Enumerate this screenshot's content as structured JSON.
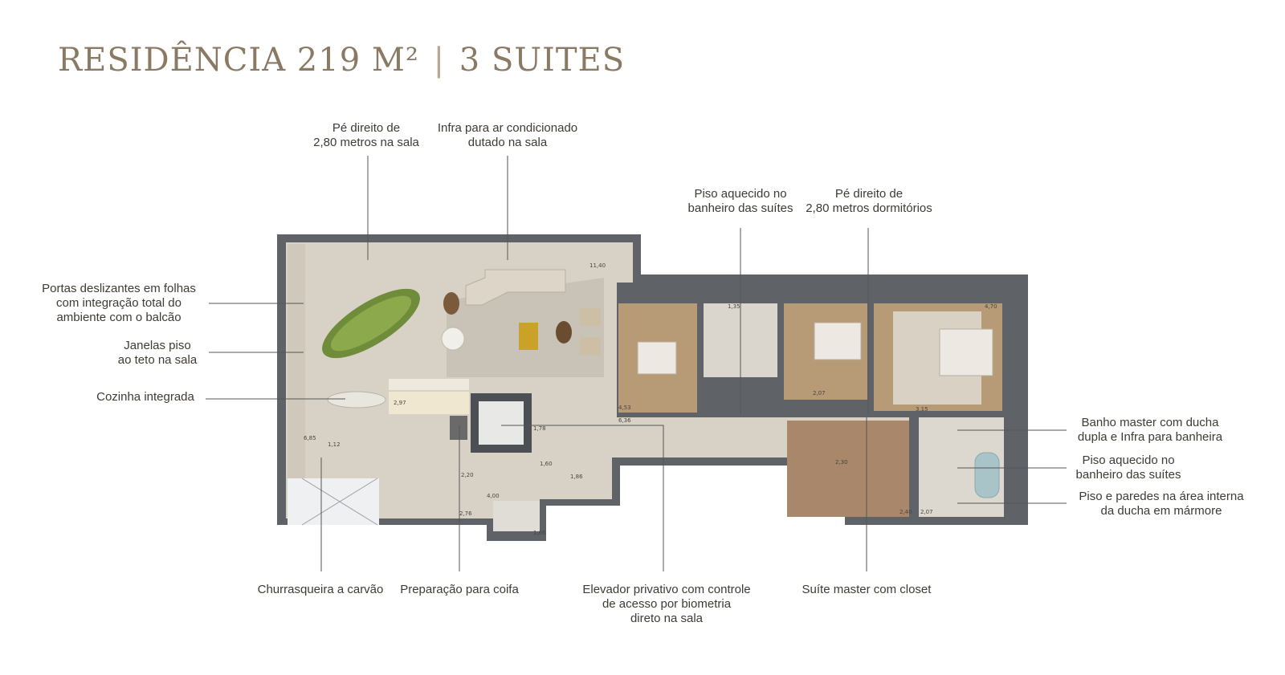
{
  "title": {
    "main": "RESIDÊNCIA 219 M²",
    "separator": "|",
    "sub": "3 SUITES"
  },
  "callouts": {
    "pe_direito_sala": [
      "Pé direito de",
      "2,80 metros na sala"
    ],
    "infra_ar": [
      "Infra para ar condicionado",
      "dutado na sala"
    ],
    "piso_aquecido_top": [
      "Piso aquecido no",
      "banheiro das suítes"
    ],
    "pe_direito_dorm": [
      "Pé direito de",
      "2,80 metros dormitórios"
    ],
    "portas": [
      "Portas deslizantes em folhas",
      "com integração total do",
      "ambiente com o balcão"
    ],
    "janelas": [
      "Janelas piso",
      "ao teto na sala"
    ],
    "cozinha": [
      "Cozinha integrada"
    ],
    "banho_master": [
      "Banho master com ducha",
      "dupla e Infra para banheira"
    ],
    "piso_aquecido_right": [
      "Piso aquecido no",
      "banheiro das suítes"
    ],
    "piso_paredes": [
      "Piso e paredes na área interna",
      "da ducha em mármore"
    ],
    "churrasqueira": [
      "Churrasqueira a carvão"
    ],
    "coifa": [
      "Preparação para coifa"
    ],
    "elevador": [
      "Elevador privativo com controle",
      "de acesso por biometria",
      "direto na sala"
    ],
    "suite_master": [
      "Suíte master com closet"
    ]
  },
  "dimensions": {
    "d1": "11,40",
    "d2": "6,85",
    "d3": "1,12",
    "d4": "4,53",
    "d5": "6,36",
    "d6": "2,07",
    "d7": "2,30",
    "d8": "2,40",
    "d9": "2,07",
    "d10": "1,78",
    "d11": "4,00",
    "d12": "2,20",
    "d13": "2,76",
    "d14": "1,60",
    "d15": "3,15",
    "d16": "4,70",
    "d17": "1,35",
    "d18": "2,97",
    "d19": "1,86",
    "d20": "1,66"
  },
  "colors": {
    "wall": "#5f6266",
    "floor_stone": "#d8d2c6",
    "floor_wood": "#b79a76",
    "rug": "#c9c2b6",
    "title": "#8a7a63",
    "line": "#555555"
  }
}
